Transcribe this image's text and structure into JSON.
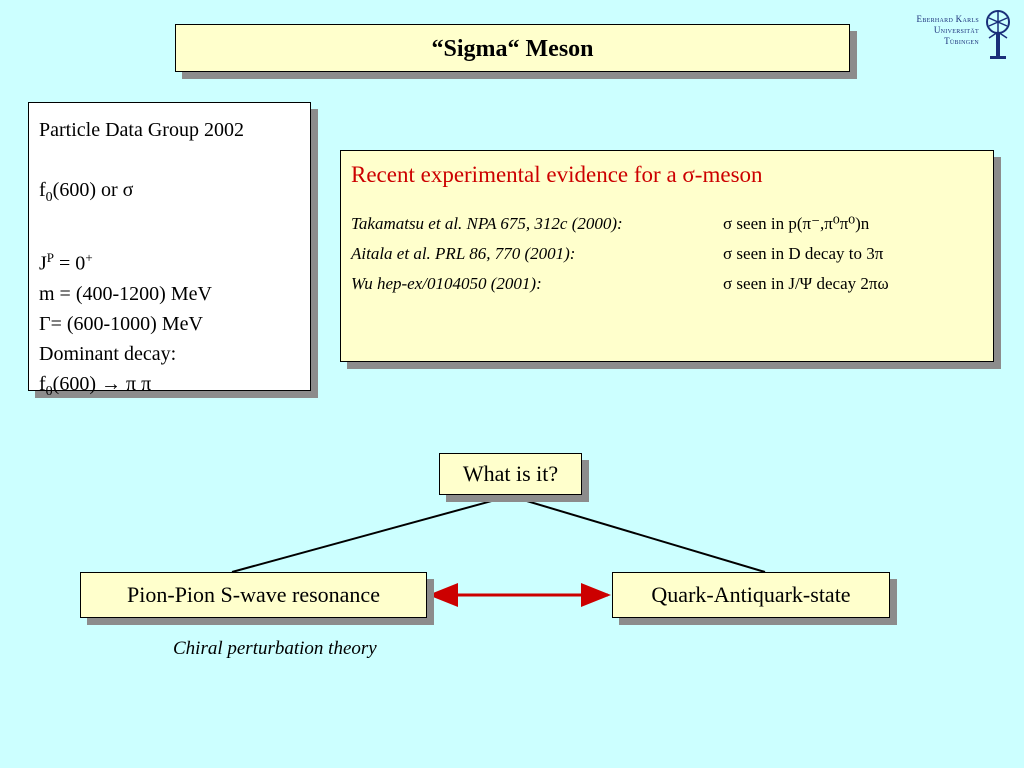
{
  "slide": {
    "title": "“Sigma“ Meson",
    "logo": {
      "line1": "Eberhard Karls",
      "line2": "Universität",
      "line3": "Tübingen"
    }
  },
  "pdg": {
    "heading": "Particle Data Group 2002",
    "f0": "f",
    "f0_sub": "0",
    "name_rest": "(600)  or   σ",
    "jp_j": "J",
    "jp_p": "P",
    "jp_eq": " = 0",
    "jp_sup": "+",
    "mass": "m = (400-1200) MeV",
    "width": "Γ= (600-1000) MeV",
    "decay_label": "Dominant decay:",
    "decay_f": "f",
    "decay_sub": "0",
    "decay_rest": "(600) → π π"
  },
  "evidence": {
    "heading": "Recent experimental evidence for a σ-meson",
    "rows": [
      {
        "ref": "Takamatsu et al. NPA 675, 312c (2000):",
        "result": "σ   seen in p(π⁻,π⁰π⁰)n"
      },
      {
        "ref": "Aitala et al. PRL 86, 770 (2001):",
        "result": "σ   seen in D decay to 3π"
      },
      {
        "ref": "Wu hep-ex/0104050 (2001):",
        "result": "σ  seen in J/Ψ decay 2πω"
      }
    ]
  },
  "diagram": {
    "question": "What is it?",
    "left": "Pion-Pion S-wave resonance",
    "right": "Quark-Antiquark-state",
    "left_note": "Chiral perturbation theory",
    "arrow_color": "#cc0000"
  }
}
